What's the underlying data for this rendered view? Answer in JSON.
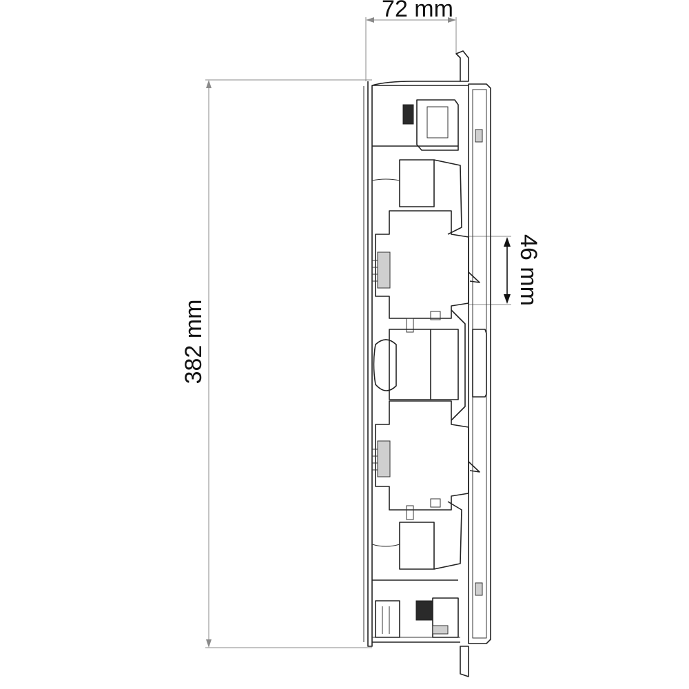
{
  "dimensions": {
    "depth_label": "72 mm",
    "height_label": "382 mm",
    "pitch_label": "46 mm"
  },
  "colors": {
    "line": "#222222",
    "dimension_line": "#8a8a8a",
    "text": "#111111",
    "background": "#ffffff"
  }
}
